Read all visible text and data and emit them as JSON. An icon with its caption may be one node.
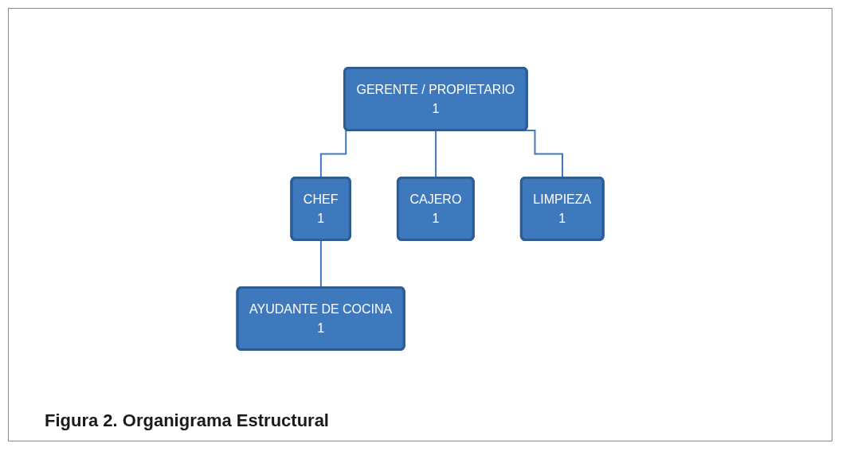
{
  "diagram": {
    "caption": "Figura 2. Organigrama Estructural",
    "nodes": [
      {
        "text": [
          "GERENTE / PROPIETARIO",
          "1"
        ]
      },
      {
        "text": [
          "CHEF",
          "1"
        ]
      },
      {
        "text": [
          "CAJERO",
          "1"
        ]
      },
      {
        "text": [
          "LIMPIEZA",
          "1"
        ]
      },
      {
        "text": [
          "AYUDANTE DE COCINA",
          "1"
        ]
      }
    ],
    "edges": [
      {
        "from": 0,
        "to": 1,
        "arrow": "none"
      },
      {
        "from": 0,
        "to": 2,
        "arrow": "none"
      },
      {
        "from": 0,
        "to": 3,
        "arrow": "none"
      },
      {
        "from": 1,
        "to": 4,
        "arrow": "none"
      }
    ]
  }
}
